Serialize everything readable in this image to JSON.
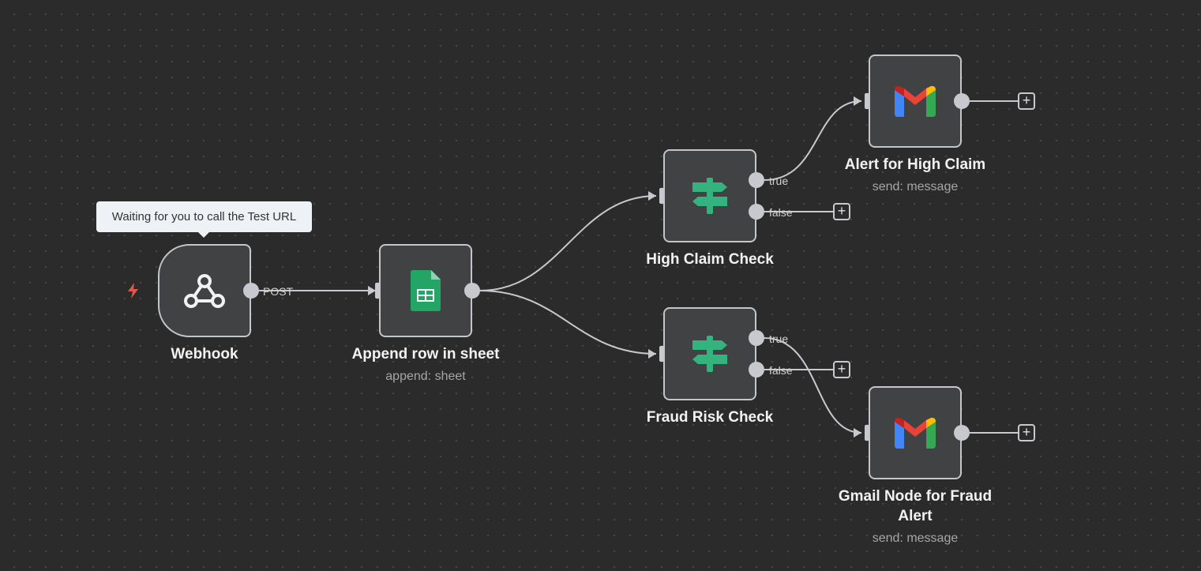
{
  "tooltip": {
    "text": "Waiting for you to call the Test URL"
  },
  "nodes": {
    "webhook": {
      "name": "Webhook",
      "output_label": "POST",
      "icon": "webhook-icon"
    },
    "append": {
      "name": "Append row in sheet",
      "subtitle": "append: sheet",
      "icon": "google-sheets-icon"
    },
    "high_check": {
      "name": "High Claim Check",
      "true_label": "true",
      "false_label": "false",
      "icon": "signpost-icon"
    },
    "fraud_check": {
      "name": "Fraud Risk Check",
      "true_label": "true",
      "false_label": "false",
      "icon": "signpost-icon"
    },
    "alert_high": {
      "name": "Alert for High Claim",
      "subtitle": "send: message",
      "icon": "gmail-icon"
    },
    "gmail_fraud": {
      "name_line1": "Gmail Node for Fraud",
      "name_line2": "Alert",
      "subtitle": "send: message",
      "icon": "gmail-icon"
    }
  },
  "plus_symbol": "+",
  "colors": {
    "canvas": "#2b2b2b",
    "node_fill": "#414244",
    "node_border": "#c4c6ca",
    "edge": "#c7c9ce",
    "trigger_bolt": "#e0584a",
    "sheets_green": "#23a566",
    "if_green": "#35b37e"
  }
}
